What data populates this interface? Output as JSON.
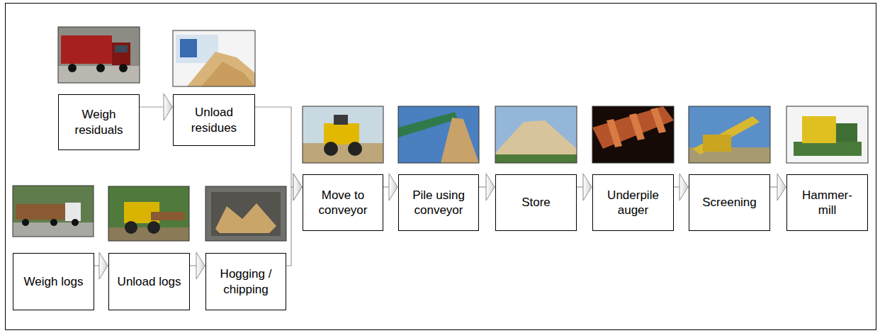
{
  "diagram": {
    "nodes": [
      {
        "text": [
          "Weigh residuals"
        ]
      },
      {
        "text": [
          "Unload residues"
        ]
      },
      {
        "text": [
          "Weigh logs"
        ]
      },
      {
        "text": [
          "Unload logs"
        ]
      },
      {
        "text": [
          "Hogging / chipping"
        ]
      },
      {
        "text": [
          "Move to conveyor"
        ]
      },
      {
        "text": [
          "Pile using conveyor"
        ]
      },
      {
        "text": [
          "Store"
        ]
      },
      {
        "text": [
          "Underpile auger"
        ]
      },
      {
        "text": [
          "Screening"
        ]
      },
      {
        "text": [
          "Hammer-mill"
        ]
      }
    ],
    "edges": [
      {
        "from": 0,
        "to": 1,
        "arrow": "to"
      },
      {
        "from": 1,
        "to": 5,
        "arrow": "to"
      },
      {
        "from": 2,
        "to": 3,
        "arrow": "to"
      },
      {
        "from": 3,
        "to": 4,
        "arrow": "to"
      },
      {
        "from": 4,
        "to": 5,
        "arrow": "to"
      },
      {
        "from": 5,
        "to": 6,
        "arrow": "to"
      },
      {
        "from": 6,
        "to": 7,
        "arrow": "to"
      },
      {
        "from": 7,
        "to": 8,
        "arrow": "to"
      },
      {
        "from": 8,
        "to": 9,
        "arrow": "to"
      },
      {
        "from": 9,
        "to": 10,
        "arrow": "to"
      }
    ]
  }
}
